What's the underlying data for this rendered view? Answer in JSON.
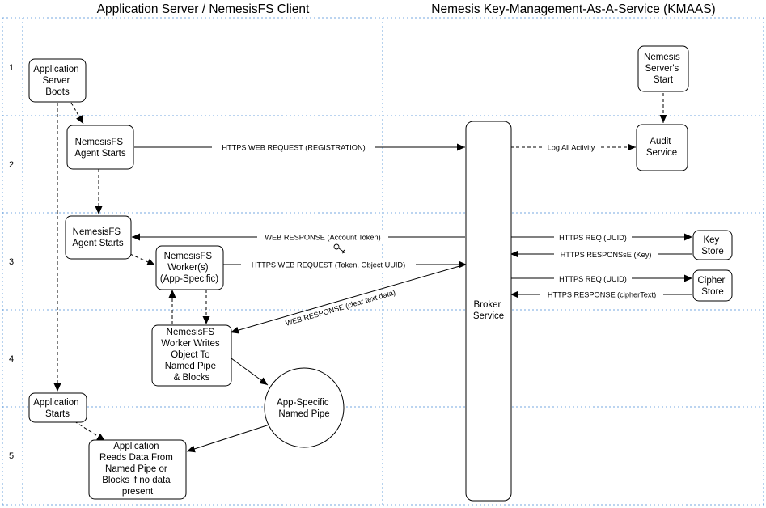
{
  "headers": {
    "left": "Application Server / NemesisFS Client",
    "right": "Nemesis Key-Management-As-A-Service (KMAAS)"
  },
  "rows": [
    "1",
    "2",
    "3",
    "4",
    "5"
  ],
  "boxes": {
    "app_boots": [
      "Application",
      "Server",
      "Boots"
    ],
    "server_start": [
      "Nemesis",
      "Server's",
      "Start"
    ],
    "agent_starts_2": [
      "NemesisFS",
      "Agent Starts"
    ],
    "audit": [
      "Audit",
      "Service"
    ],
    "agent_starts_3": [
      "NemesisFS",
      "Agent Starts"
    ],
    "worker": [
      "NemesisFS",
      "Worker(s)",
      "(App-Specific)"
    ],
    "key_store": [
      "Key",
      "Store"
    ],
    "cipher_store": [
      "Cipher",
      "Store"
    ],
    "broker": [
      "Broker",
      "Service"
    ],
    "worker_writes": [
      "NemesisFS",
      "Worker Writes",
      "Object To",
      "Named Pipe",
      "& Blocks"
    ],
    "named_pipe": [
      "App-Specific",
      "Named Pipe"
    ],
    "app_starts": [
      "Application",
      "Starts"
    ],
    "app_reads": [
      "Application",
      "Reads Data From",
      "Named Pipe or",
      "Blocks if no data",
      "present"
    ]
  },
  "messages": {
    "registration": "HTTPS WEB REQUEST (REGISTRATION)",
    "log_activity": "Log All Activity",
    "account_token": "WEB RESPONSE (Account Token)",
    "token_uuid": "HTTPS WEB REQUEST (Token, Object UUID)",
    "clear_text": "WEB RESPONSE (clear text data)",
    "req_uuid_key": "HTTPS REQ (UUID)",
    "resp_key": "HTTPS RESPONSsE (Key)",
    "req_uuid_cipher": "HTTPS REQ (UUID)",
    "resp_cipher": "HTTPS RESPONSE (cipherText)"
  }
}
